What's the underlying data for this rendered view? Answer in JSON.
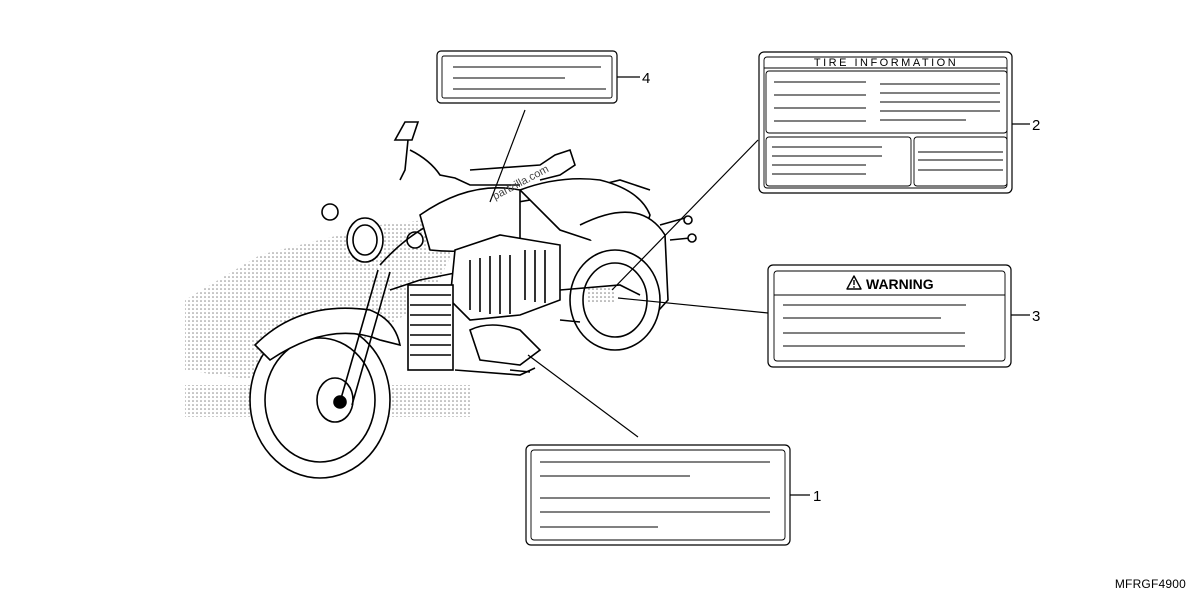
{
  "labels": {
    "tire_information": {
      "title": "TIRE INFORMATION",
      "callout": "2"
    },
    "warning": {
      "title": "WARNING",
      "icon": "warning-triangle-icon",
      "callout": "3"
    },
    "top_label": {
      "callout": "4"
    },
    "bottom_label": {
      "callout": "1"
    }
  },
  "watermark": "partzilla.com",
  "doc_code": "MFRGF4900"
}
